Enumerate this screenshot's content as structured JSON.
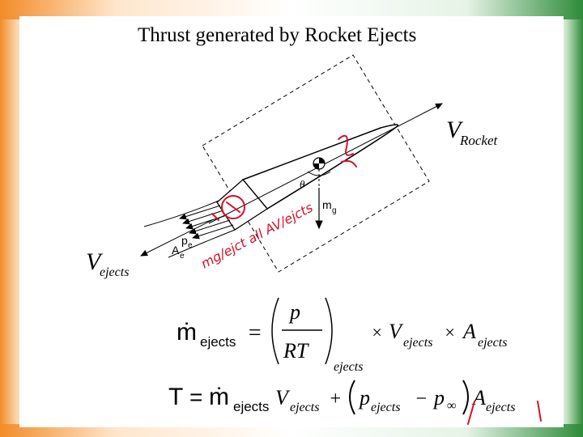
{
  "slide": {
    "title": "Thrust generated by  Rocket Ejects"
  },
  "diagram": {
    "v_rocket": "V",
    "v_rocket_sub": "Rocket",
    "v_ejects": "V",
    "v_ejects_sub": "ejects",
    "pe": "p",
    "pe_sub": "e",
    "ae": "A",
    "ae_sub": "e",
    "theta": "θ",
    "mg": "m",
    "mg_sub": "g",
    "handwriting_cg": "?",
    "handwriting_note": "mg/ejct all AV/ejcts"
  },
  "equations": {
    "mdot": "ṁ",
    "mdot_sub": "ejects",
    "eq_sign": "=",
    "p": "p",
    "RT": "RT",
    "frac_sub": "ejects",
    "times1": "×",
    "V": "V",
    "V_sub": "ejects",
    "times2": "×",
    "A": "A",
    "A_sub": "ejects",
    "T": "T",
    "T_eq": "=",
    "mdot2_sub": "ejects",
    "V2": "V",
    "V2_sub": "ejects",
    "plus": "+",
    "pe2": "p",
    "pe2_sub": "ejects",
    "minus": "−",
    "pinf": "p",
    "pinf_sub": "∞",
    "A2": "A",
    "A2_sub": "ejects"
  }
}
